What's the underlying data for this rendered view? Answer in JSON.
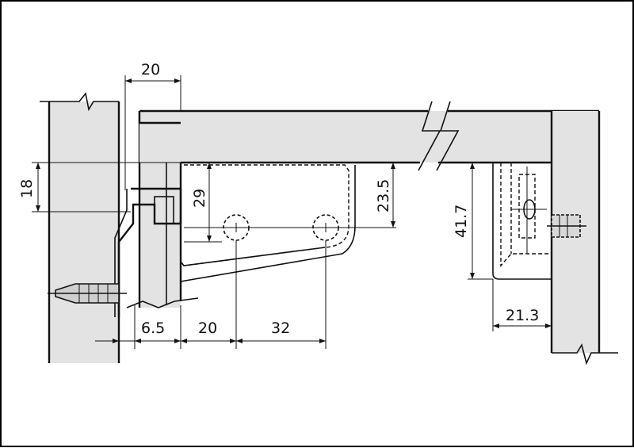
{
  "dimensions": {
    "top_width": "20",
    "left_height": "18",
    "hole_height": "29",
    "bracket_height": "23.5",
    "right_height": "41.7",
    "offset_a": "6.5",
    "offset_b": "20",
    "hole_spacing": "32",
    "right_offset": "21.3"
  },
  "colors": {
    "panel_fill": "#e3e3e3",
    "line": "#111111",
    "border": "#000000"
  }
}
